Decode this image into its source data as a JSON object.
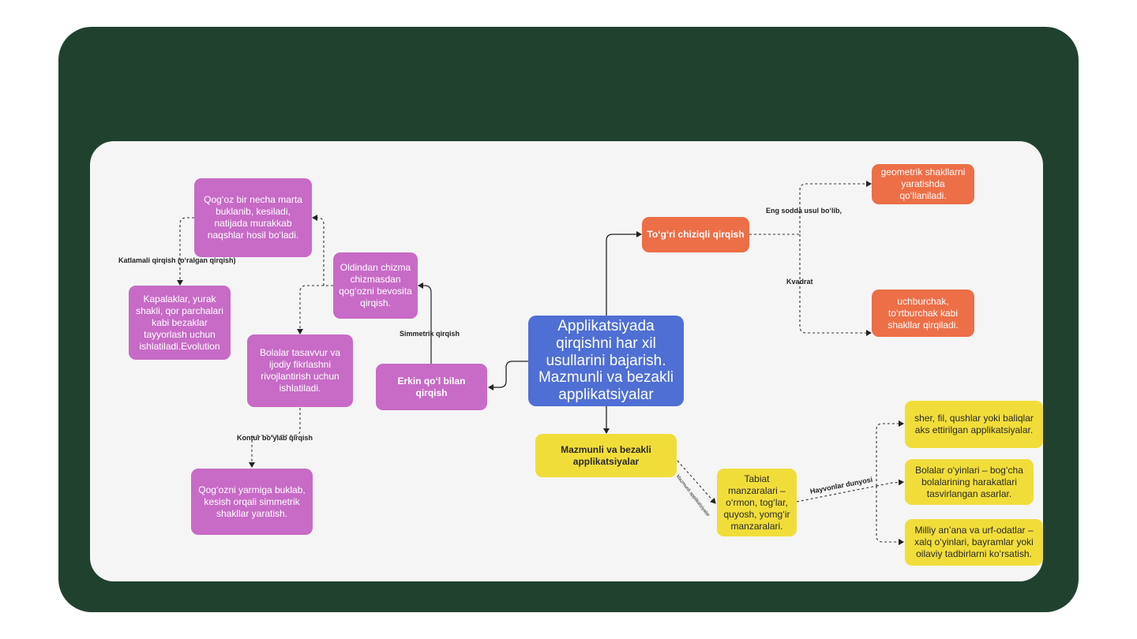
{
  "colors": {
    "frame": "#21412f",
    "board": "#f5f5f5",
    "central": "#4f6fd4",
    "purple": "#c76bc6",
    "orange": "#ec6f48",
    "yellow": "#f1dd3a"
  },
  "central": "Applikatsiyada qirqishni har xil usullarini bajarish. Mazmunli va bezakli applikatsiyalar",
  "purple": {
    "qogoz_buklanib": "Qog‘oz bir necha marta buklanib, kesiladi, natijada murakkab naqshlar hosil bo‘ladi.",
    "kapalaklar": "Kapalaklar, yurak shakli, qor parchalari kabi bezaklar tayyorlash uchun ishlatiladi.Evolution",
    "oldindan_chizma": "Oldindan chizma chizmasdan qog‘ozni bevosita qirqish.",
    "bolalar_tasavvur": "Bolalar tasavvur va ijodiy fikrlashni rivojlantirish uchun ishlatiladi.",
    "erkin_qol": "Erkin qo‘l bilan qirqish",
    "yarmiga_buklab": "Qog‘ozni yarmiga buklab, kesish orqali simmetrik shakllar yaratish."
  },
  "orange": {
    "togri_chiziqli": "To‘g‘ri chiziqli qirqish",
    "geometrik": "geometrik shakllarni yaratishda qo‘llaniladi.",
    "uchburchak": "uchburchak, to‘rtburchak kabi shakllar qirqiladi."
  },
  "yellow": {
    "mazmunli": "Mazmunli va bezakli applikatsiyalar",
    "tabiat": "Tabiat manzaralari – o‘rmon, tog‘lar, quyosh, yomg‘ir manzaralari.",
    "sher": "sher, fil, qushlar yoki baliqlar aks ettirilgan applikatsiyalar.",
    "bolalar_oyinlari": "Bolalar o‘yinlari – bog‘cha bolalarining harakatlari tasvirlangan asarlar.",
    "milliy": "Milliy an’ana va urf-odatlar – xalq o‘yinlari, bayramlar yoki oilaviy tadbirlarni ko‘rsatish."
  },
  "edge_labels": {
    "katlamali": "Katlamali qirqish (o‘ralgan qirqish)",
    "simmetrik": "Simmetrik qirqish",
    "kontur": "Kontur bo‘ylab qirqish",
    "eng_sodda": "Eng sodda usul bo‘lib,",
    "kvadrat": "Kvadrat",
    "hayvonlar": "Hayvonlar dunyosi",
    "tiny": "Mazmunli applikatsiyalar"
  }
}
